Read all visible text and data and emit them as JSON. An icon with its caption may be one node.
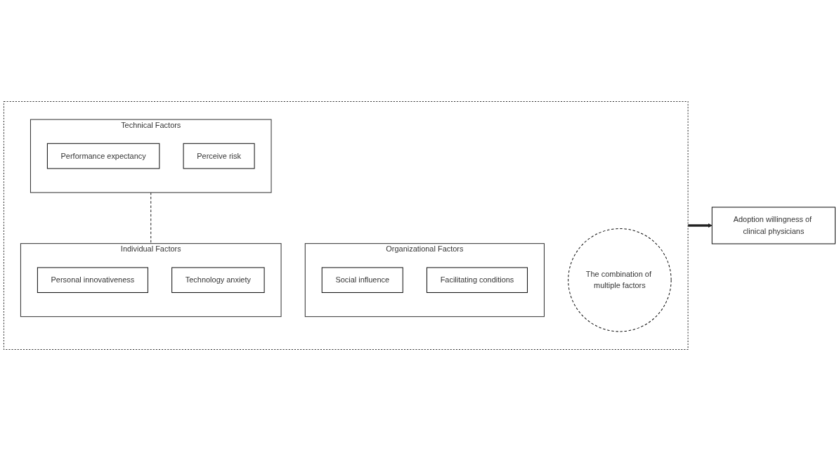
{
  "diagram": {
    "nodes": [
      {
        "text": [],
        "shape": "box"
      },
      {
        "text": [
          "Organizational Factors"
        ],
        "in": 0
      },
      {
        "text": [
          "Social influence"
        ],
        "in": 1
      },
      {
        "text": [
          "Facilitating conditions"
        ],
        "in": 1
      },
      {
        "text": [
          "The combination of multiple factors"
        ],
        "in": 0
      },
      {
        "text": [
          "Technical Factors"
        ],
        "in": 0
      },
      {
        "text": [
          "Performance expectancy"
        ],
        "in": 5
      },
      {
        "text": [
          "Perceive risk"
        ],
        "in": 5
      },
      {
        "text": [
          "Individual Factors"
        ],
        "in": 0
      },
      {
        "text": [
          "Personal innovativeness"
        ],
        "in": 8
      },
      {
        "text": [
          "Technology anxiety"
        ],
        "in": 8
      },
      {
        "text": [
          "Adoption willingness of clinical physicians"
        ]
      }
    ],
    "edges": [
      {
        "from": 5,
        "to": 8,
        "arrow": "none",
        "style": "dashed"
      },
      {
        "from": 0,
        "to": 11,
        "arrow": "to",
        "style": "thick"
      }
    ]
  }
}
